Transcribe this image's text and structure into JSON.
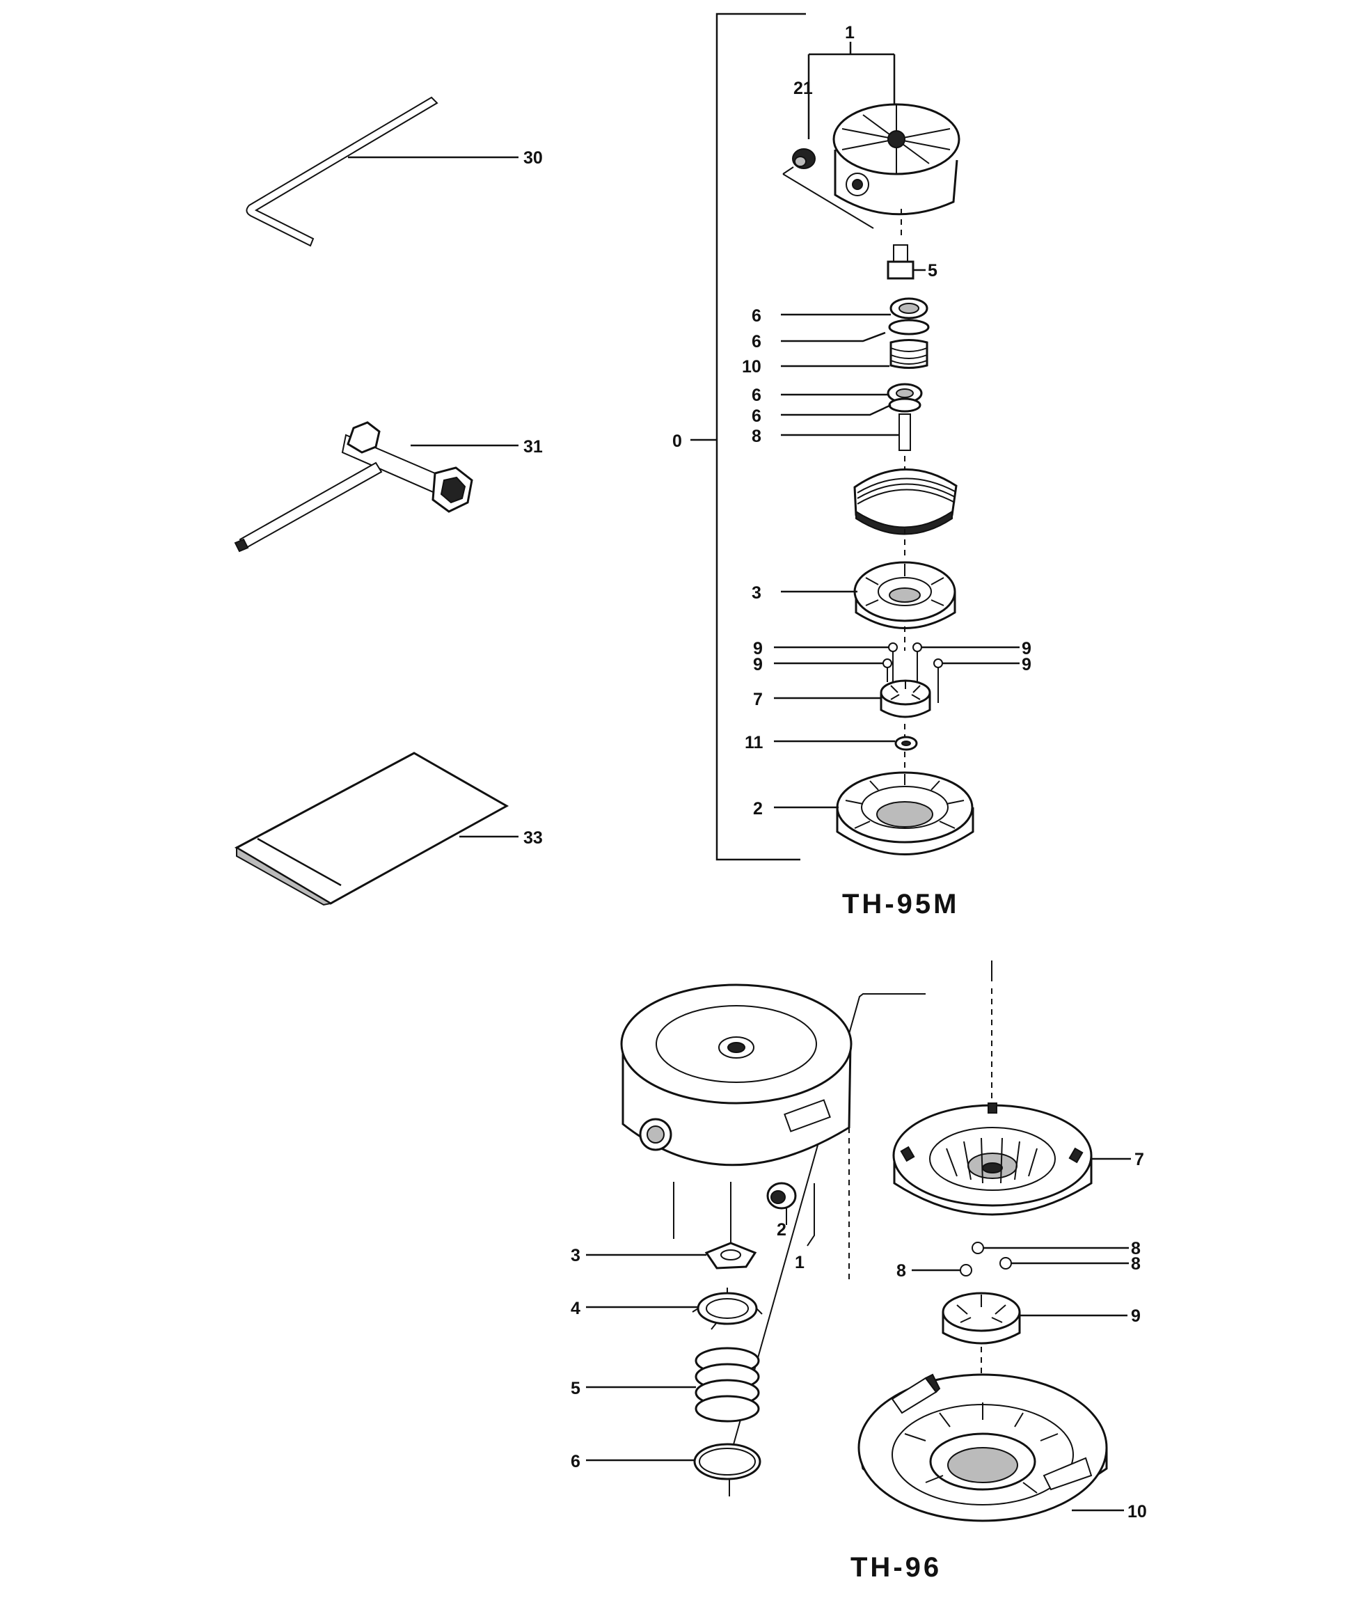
{
  "tools": {
    "hex_key": "30",
    "plug_wrench": "31",
    "manual": "33"
  },
  "th95m": {
    "title": "TH-95M",
    "assembly": "0",
    "labels": {
      "part_1": "1",
      "part_21": "21",
      "part_5": "5",
      "part_6a": "6",
      "part_6b": "6",
      "part_10": "10",
      "part_6c": "6",
      "part_6d": "6",
      "part_8": "8",
      "part_3": "3",
      "part_9a": "9",
      "part_9b": "9",
      "part_9c": "9",
      "part_9d": "9",
      "part_7": "7",
      "part_11": "11",
      "part_2": "2"
    }
  },
  "th96": {
    "title": "TH-96",
    "labels": {
      "part_2": "2",
      "part_1": "1",
      "part_3": "3",
      "part_4": "4",
      "part_5": "5",
      "part_6": "6",
      "part_7": "7",
      "part_8a": "8",
      "part_8b": "8",
      "part_8c": "8",
      "part_9": "9",
      "part_10": "10"
    }
  }
}
